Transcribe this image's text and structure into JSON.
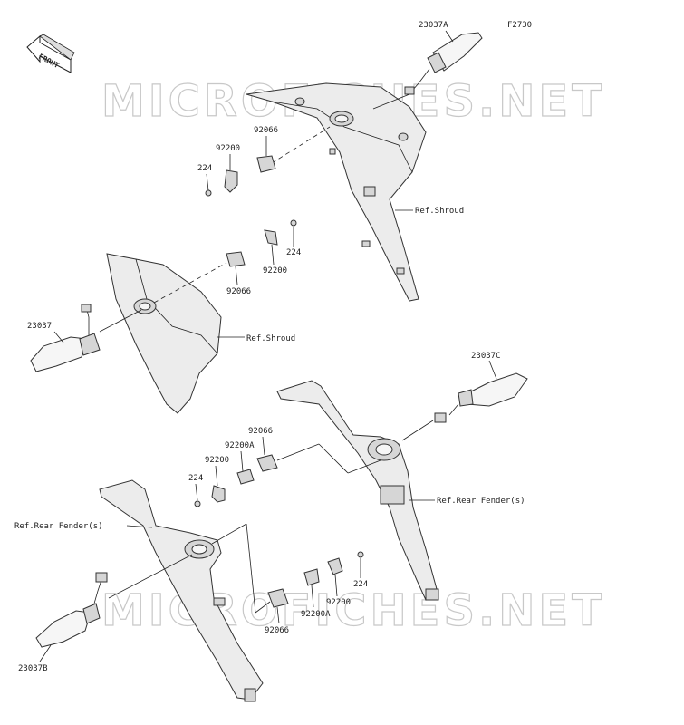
{
  "figure_code": "F2730",
  "front_label": "FRONT",
  "watermark": "MICROFICHES.NET",
  "labels": {
    "p23037A": "23037A",
    "p23037": "23037",
    "p23037C": "23037C",
    "p23037B": "23037B",
    "p92066_a": "92066",
    "p92200_a": "92200",
    "p224_a": "224",
    "p224_b": "224",
    "p92200_b": "92200",
    "p92066_b": "92066",
    "ref_shroud_1": "Ref.Shroud",
    "ref_shroud_2": "Ref.Shroud",
    "p92066_c": "92066",
    "p92200A_a": "92200A",
    "p92200_c": "92200",
    "p224_c": "224",
    "ref_rear_fender_left": "Ref.Rear Fender(s)",
    "ref_rear_fender_right": "Ref.Rear Fender(s)",
    "p224_d": "224",
    "p92200_d": "92200",
    "p92200A_b": "92200A",
    "p92066_d": "92066"
  }
}
